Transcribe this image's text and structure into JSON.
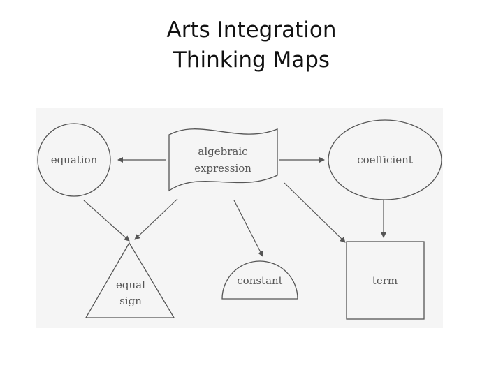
{
  "slide": {
    "title_line1": "Arts Integration",
    "title_line2": "Thinking Maps"
  },
  "diagram": {
    "nodes": {
      "algebraic_expression": {
        "line1": "algebraic",
        "line2": "expression",
        "shape": "flag"
      },
      "equation": {
        "label": "equation",
        "shape": "circle"
      },
      "coefficient": {
        "label": "coefficient",
        "shape": "oval"
      },
      "equal_sign": {
        "line1": "equal",
        "line2": "sign",
        "shape": "triangle"
      },
      "constant": {
        "label": "constant",
        "shape": "semicircle"
      },
      "term": {
        "label": "term",
        "shape": "square"
      }
    },
    "edges": [
      {
        "from": "algebraic_expression",
        "to": "equation"
      },
      {
        "from": "algebraic_expression",
        "to": "coefficient"
      },
      {
        "from": "equation",
        "to": "equal_sign"
      },
      {
        "from": "algebraic_expression",
        "to": "equal_sign"
      },
      {
        "from": "algebraic_expression",
        "to": "constant"
      },
      {
        "from": "algebraic_expression",
        "to": "term"
      },
      {
        "from": "coefficient",
        "to": "term"
      }
    ],
    "colors": {
      "background": "#f5f5f5",
      "stroke": "#555555",
      "text": "#555555"
    }
  }
}
